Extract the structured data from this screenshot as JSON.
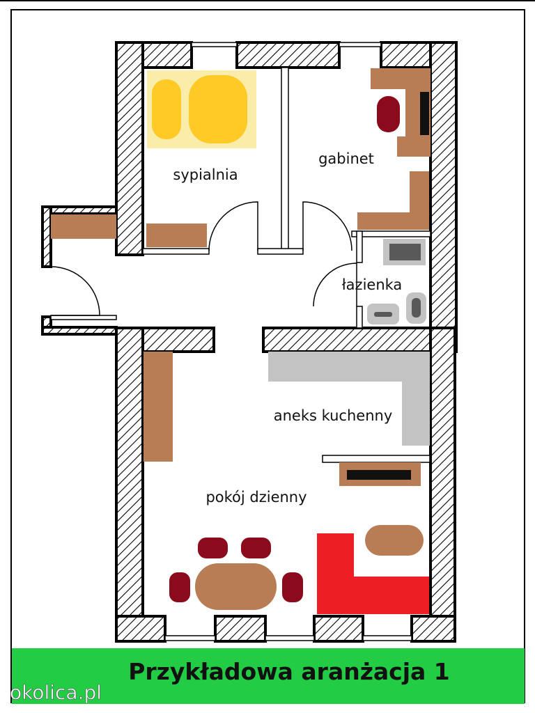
{
  "rooms": {
    "bedroom": "sypialnia",
    "office": "gabinet",
    "bathroom": "łazienka",
    "kitchenette": "aneks kuchenny",
    "living_room": "pokój dzienny"
  },
  "footer": {
    "title": "Przykładowa aranżacja 1",
    "site": "okolica.pl"
  },
  "colors": {
    "bar": "#22cc44",
    "wood": "#b87d55",
    "bed": "#ffc926",
    "chair": "#8b0a1c",
    "sofa": "#ee1f24",
    "kitchen": "#c3c3c3"
  }
}
